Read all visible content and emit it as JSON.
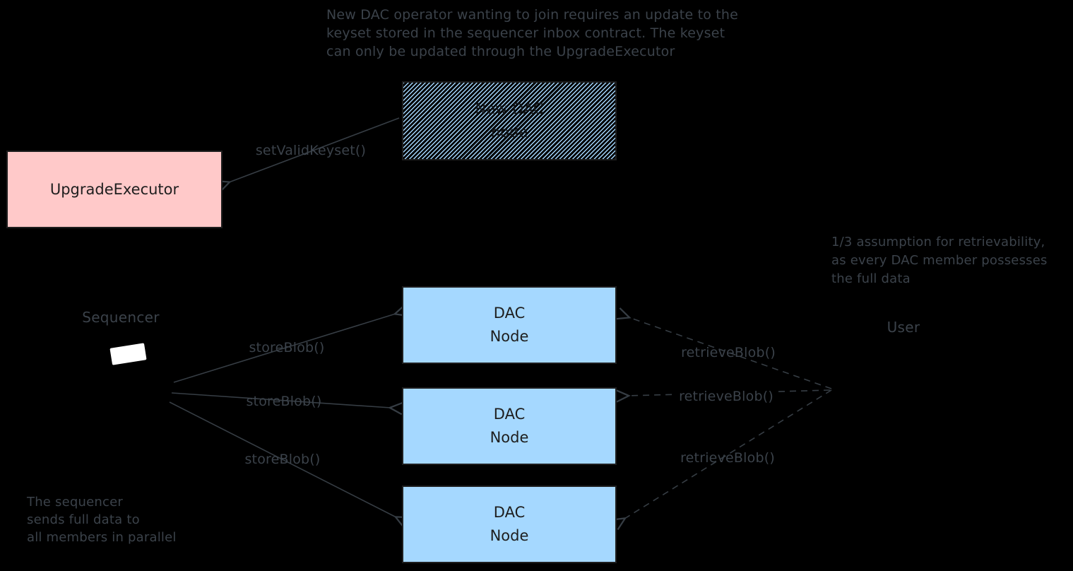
{
  "diagram": {
    "top_note": {
      "lines": [
        "New DAC operator wanting to join requires an update to the",
        "keyset stored in the sequencer inbox contract. The keyset",
        "can only be updated through the UpgradeExecutor"
      ]
    },
    "retrievability_note": {
      "lines": [
        "1/3 assumption for retrievability,",
        "as every DAC member possesses",
        "the full data"
      ]
    },
    "parallel_note": {
      "lines": [
        "The sequencer",
        "sends full data to",
        "all members in parallel"
      ]
    },
    "nodes": {
      "new_dac_node": {
        "lines": [
          "New DAC",
          "node"
        ]
      },
      "upgrade_executor": {
        "label": "UpgradeExecutor"
      },
      "dac_nodes": [
        {
          "lines": [
            "DAC",
            "Node"
          ]
        },
        {
          "lines": [
            "DAC",
            "Node"
          ]
        },
        {
          "lines": [
            "DAC",
            "Node"
          ]
        }
      ]
    },
    "actors": {
      "sequencer": {
        "label": "Sequencer"
      },
      "user": {
        "label": "User"
      }
    },
    "edge_labels": {
      "set_valid_keyset": "setValidKeyset()",
      "store_blob": [
        "storeBlob()",
        "storeBlob()",
        "storeBlob()"
      ],
      "retrieve_blob": [
        "retrieveBlob()",
        "retrieveBlob()",
        "retrieveBlob()"
      ]
    },
    "colors": {
      "background": "#000000",
      "upgrade_executor_fill": "#ffc9c9",
      "dac_node_fill": "#a5d8ff",
      "hatch_line": "#a5d8ff",
      "box_stroke": "#1e1e1e",
      "annotation_gray": "#3b424a"
    }
  }
}
